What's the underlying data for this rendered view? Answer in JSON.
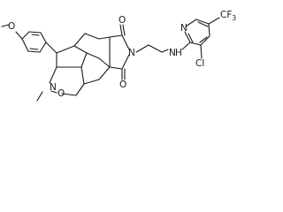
{
  "structure": {
    "labels": {
      "methoxy": "O",
      "methoxy_methyl": "",
      "isoxazolidine_n": "N",
      "isoxazolidine_o": "O",
      "n_methyl": "",
      "imide_o_top": "O",
      "imide_o_bottom": "O",
      "imide_n": "N",
      "amine_n": "N",
      "amine_h": "H",
      "pyridine_n": "N",
      "chloro": "Cl",
      "cf3": "CF",
      "cf3_subscript": "3"
    }
  }
}
